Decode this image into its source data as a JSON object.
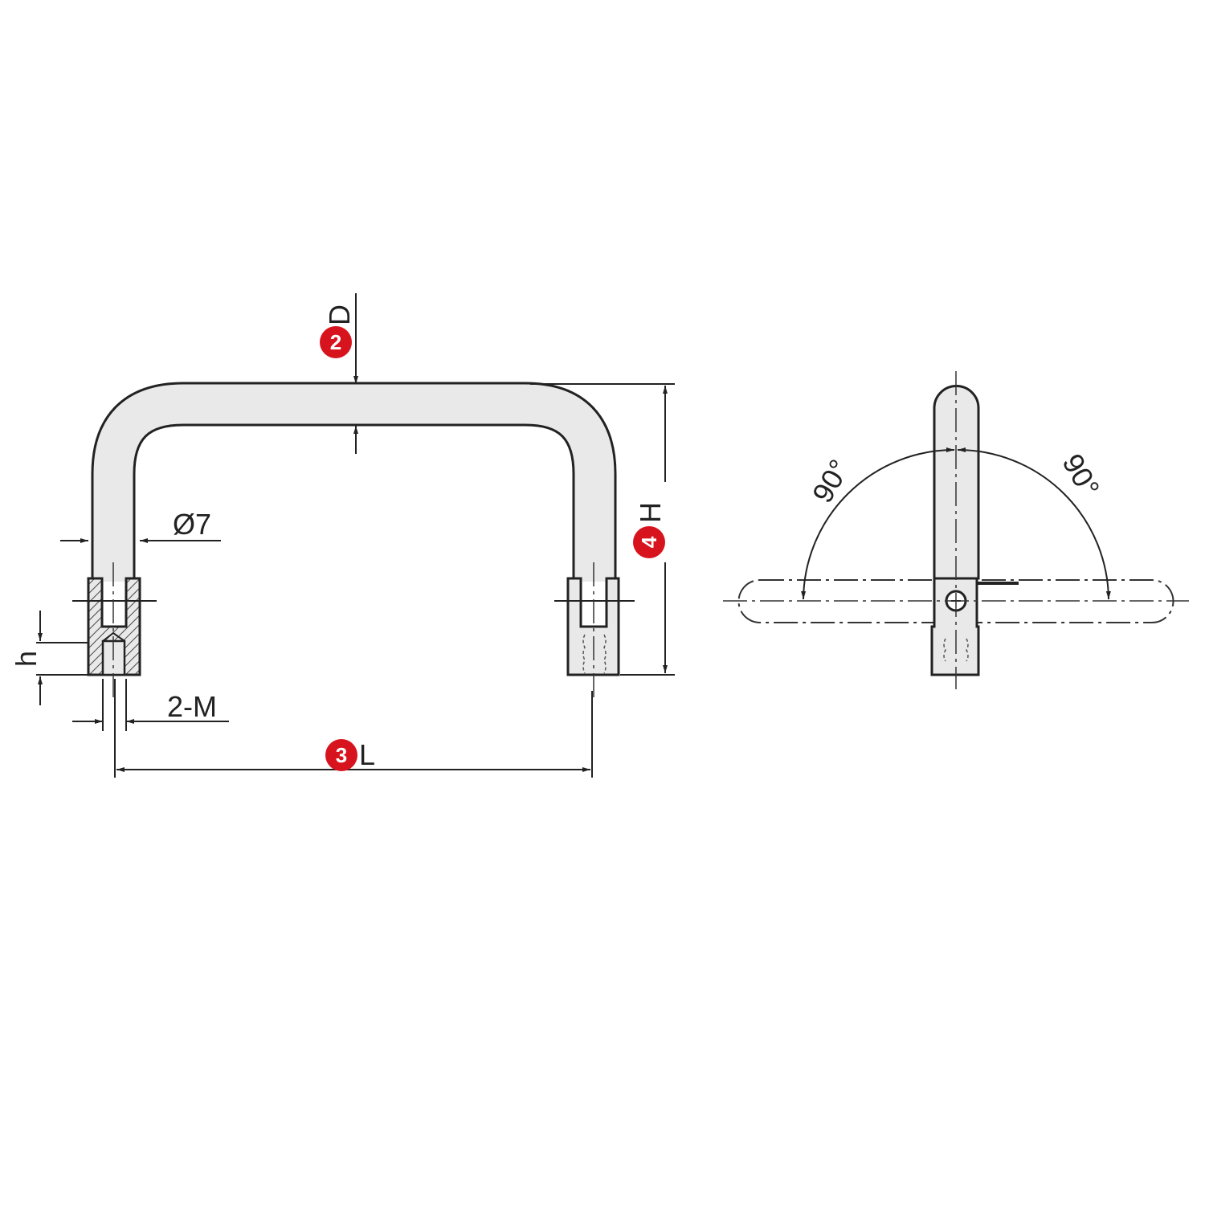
{
  "labels": {
    "d": {
      "num": "2",
      "text": "D"
    },
    "l": {
      "num": "3",
      "text": "L"
    },
    "h_upper": {
      "num": "4",
      "text": "H"
    },
    "diameter": "Ø7",
    "h_lower": "h",
    "thread": "2-M",
    "angle_left": "90°",
    "angle_right": "90°"
  },
  "colors": {
    "badge": "#d7141e",
    "tube_fill": "#e9e9e9",
    "line": "#222222"
  }
}
